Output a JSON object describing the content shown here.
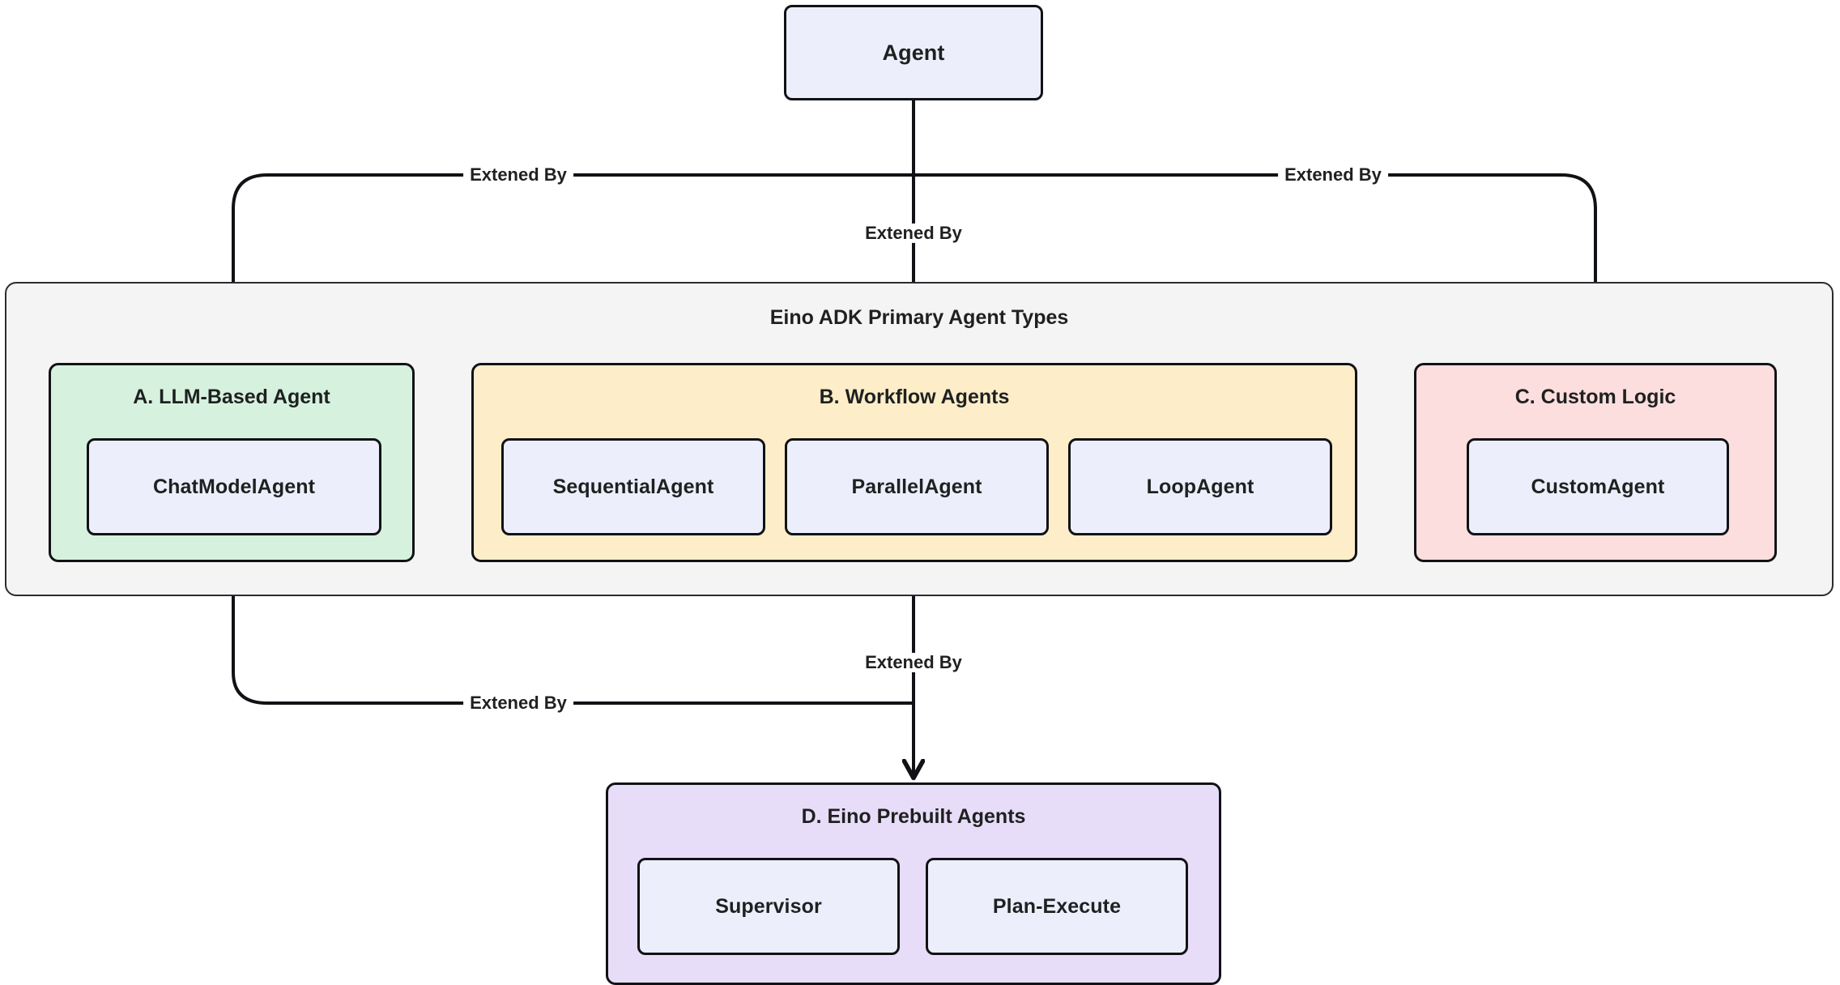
{
  "diagram": {
    "title_root": "Agent",
    "colors": {
      "node_fill": "#eceffb",
      "node_stroke": "#111216",
      "frame_fill": "#f4f4f4",
      "frame_stroke": "#2b2c30",
      "green_fill": "#d6f2de",
      "yellow_fill": "#fdeec9",
      "pink_fill": "#fcdede",
      "purple_fill": "#e8ddf9",
      "text": "#1f2020",
      "background": "#ffffff"
    },
    "root": {
      "label": "Agent"
    },
    "frame": {
      "title": "Eino ADK Primary Agent Types"
    },
    "groups": [
      {
        "id": "llm-based",
        "title": "A. LLM-Based Agent",
        "nodes": [
          {
            "label": "ChatModelAgent"
          }
        ]
      },
      {
        "id": "workflow",
        "title": "B. Workflow Agents",
        "nodes": [
          {
            "label": "SequentialAgent"
          },
          {
            "label": "ParallelAgent"
          },
          {
            "label": "LoopAgent"
          }
        ]
      },
      {
        "id": "custom-logic",
        "title": "C. Custom Logic",
        "nodes": [
          {
            "label": "CustomAgent"
          }
        ]
      },
      {
        "id": "prebuilt",
        "title": "D. Eino Prebuilt Agents",
        "nodes": [
          {
            "label": "Supervisor"
          },
          {
            "label": "Plan-Execute"
          }
        ]
      }
    ],
    "edges": [
      {
        "id": "agent-to-llm",
        "label": "Extened By"
      },
      {
        "id": "agent-to-workflow",
        "label": "Extened By"
      },
      {
        "id": "agent-to-custom",
        "label": "Extened By"
      },
      {
        "id": "llm-to-prebuilt",
        "label": "Extened By"
      },
      {
        "id": "workflow-to-prebuilt",
        "label": "Extened By"
      }
    ]
  }
}
